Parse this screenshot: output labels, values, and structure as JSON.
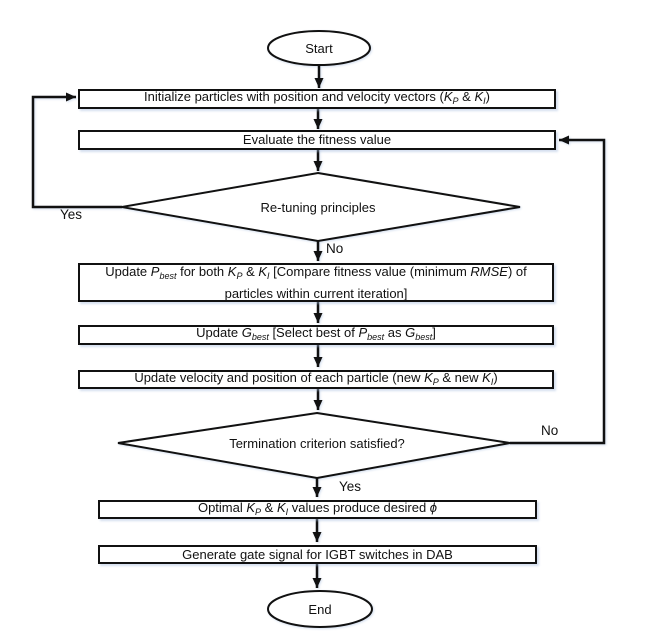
{
  "flowchart": {
    "start_label": "Start",
    "end_label": "End",
    "nodes": {
      "initialize": {
        "segments": [
          {
            "t": "Initialize particles with position and velocity vectors ("
          },
          {
            "t": "K",
            "s": "i"
          },
          {
            "t": "P",
            "s": "sub"
          },
          {
            "t": " & "
          },
          {
            "t": "K",
            "s": "i"
          },
          {
            "t": "I",
            "s": "sub"
          },
          {
            "t": ")"
          }
        ]
      },
      "evaluate": {
        "segments": [
          {
            "t": "Evaluate the fitness value"
          }
        ]
      },
      "retuning_decision": {
        "segments": [
          {
            "t": "Re-tuning principles"
          }
        ]
      },
      "update_pbest": {
        "segments": [
          {
            "t": "Update "
          },
          {
            "t": "P",
            "s": "i"
          },
          {
            "t": "best",
            "s": "sub"
          },
          {
            "t": " for both "
          },
          {
            "t": "K",
            "s": "i"
          },
          {
            "t": "P",
            "s": "sub"
          },
          {
            "t": " & "
          },
          {
            "t": "K",
            "s": "i"
          },
          {
            "t": "I",
            "s": "sub"
          },
          {
            "t": " [Compare fitness value (minimum "
          },
          {
            "t": "RMSE",
            "s": "i"
          },
          {
            "t": ") of particles within current iteration]"
          }
        ]
      },
      "update_gbest": {
        "segments": [
          {
            "t": "Update "
          },
          {
            "t": "G",
            "s": "i"
          },
          {
            "t": "best",
            "s": "sub"
          },
          {
            "t": " [Select best of "
          },
          {
            "t": "P",
            "s": "i"
          },
          {
            "t": "best",
            "s": "sub"
          },
          {
            "t": " as "
          },
          {
            "t": "G",
            "s": "i"
          },
          {
            "t": "best",
            "s": "sub"
          },
          {
            "t": "]"
          }
        ]
      },
      "update_velocity": {
        "segments": [
          {
            "t": "Update velocity and position of each particle (new "
          },
          {
            "t": "K",
            "s": "i"
          },
          {
            "t": "P",
            "s": "sub"
          },
          {
            "t": " & new "
          },
          {
            "t": "K",
            "s": "i"
          },
          {
            "t": "I",
            "s": "sub"
          },
          {
            "t": ")"
          }
        ]
      },
      "termination_decision": {
        "segments": [
          {
            "t": "Termination criterion satisfied?"
          }
        ]
      },
      "optimal_values": {
        "segments": [
          {
            "t": "Optimal "
          },
          {
            "t": "K",
            "s": "i"
          },
          {
            "t": "P",
            "s": "sub"
          },
          {
            "t": " & "
          },
          {
            "t": "K",
            "s": "i"
          },
          {
            "t": "I",
            "s": "sub"
          },
          {
            "t": " values produce desired "
          },
          {
            "t": "ϕ",
            "s": "i"
          }
        ]
      },
      "generate_gate": {
        "segments": [
          {
            "t": "Generate gate signal for IGBT switches in DAB"
          }
        ]
      }
    },
    "edge_labels": {
      "retuning_yes": "Yes",
      "retuning_no": "No",
      "termination_yes": "Yes",
      "termination_no": "No"
    },
    "colors": {
      "line": "#111111",
      "background": "#ffffff"
    }
  }
}
